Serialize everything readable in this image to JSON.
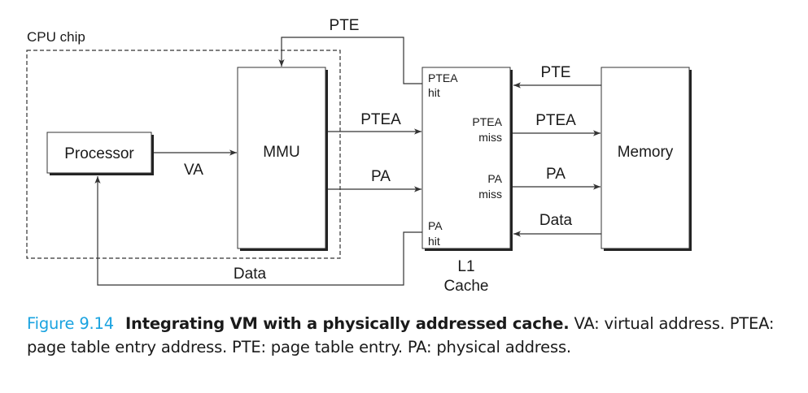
{
  "diagram": {
    "container_label": "CPU chip",
    "nodes": {
      "processor": "Processor",
      "mmu": "MMU",
      "l1_cache": {
        "line1": "L1",
        "line2": "Cache"
      },
      "memory": "Memory"
    },
    "l1_ports": {
      "ptea_hit": {
        "line1": "PTEA",
        "line2": "hit"
      },
      "ptea_miss": {
        "line1": "PTEA",
        "line2": "miss"
      },
      "pa_miss": {
        "line1": "PA",
        "line2": "miss"
      },
      "pa_hit": {
        "line1": "PA",
        "line2": "hit"
      }
    },
    "edges": {
      "processor_to_mmu": "VA",
      "mmu_to_l1_ptea": "PTEA",
      "mmu_to_l1_pa": "PA",
      "l1_to_mmu_pte": "PTE",
      "l1_to_processor_data": "Data",
      "memory_to_l1_pte": "PTE",
      "l1_to_memory_ptea": "PTEA",
      "l1_to_memory_pa": "PA",
      "memory_to_l1_data": "Data"
    }
  },
  "caption": {
    "figure_number": "Figure 9.14",
    "title": "Integrating VM with a physically addressed cache.",
    "body": "VA: virtual address. PTEA: page table entry address. PTE: page table entry. PA: physical address."
  },
  "colors": {
    "figure_number": "#1aa3e0",
    "text": "#1a1a1a"
  }
}
